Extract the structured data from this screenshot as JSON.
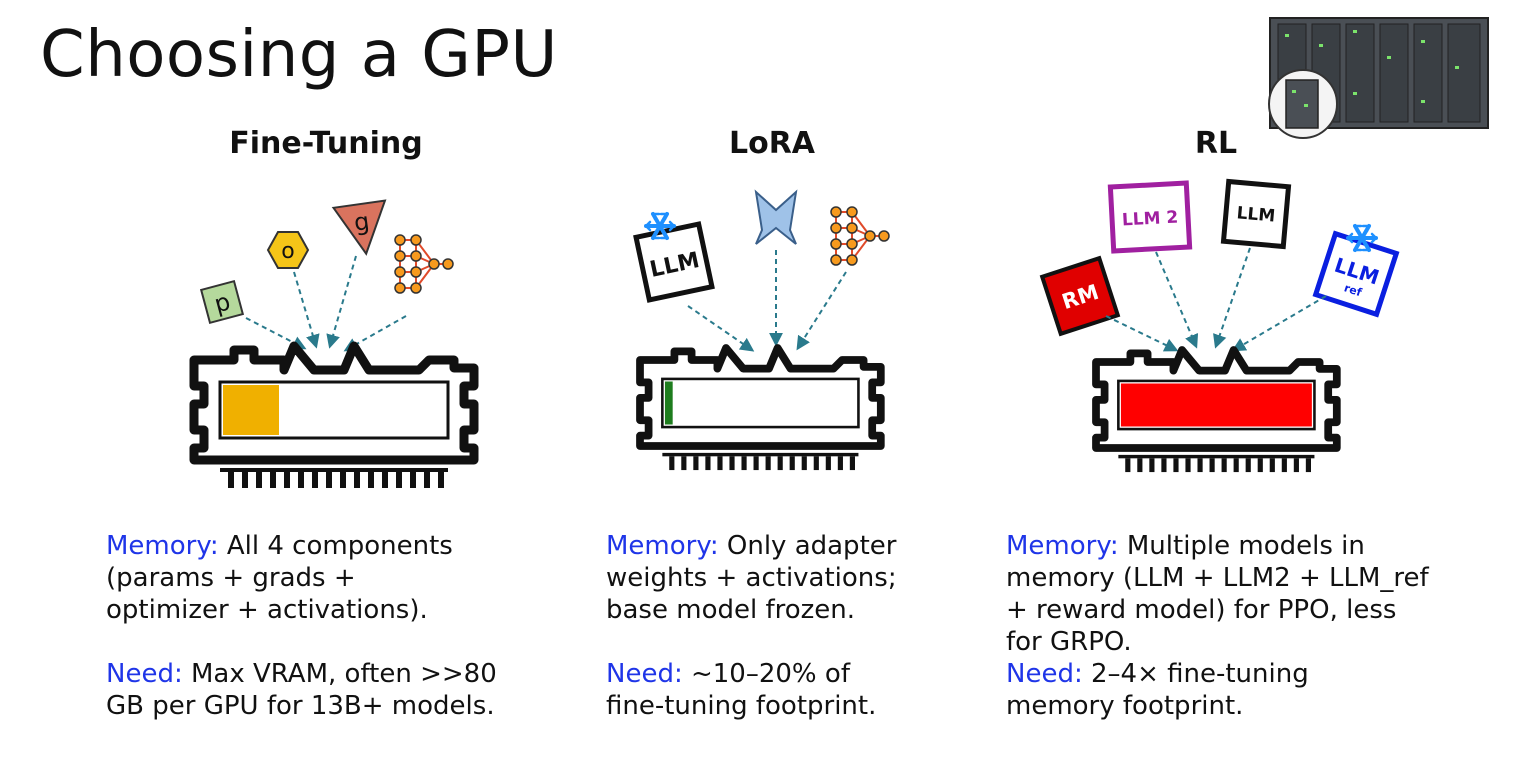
{
  "title": "Choosing a GPU",
  "columns": [
    {
      "heading": "Fine-Tuning",
      "components": [
        "p",
        "o",
        "g"
      ],
      "memory_label": "Memory:",
      "memory_lines": [
        " All 4 components",
        "(params + grads +",
        "optimizer + activations)."
      ],
      "need_label": "Need:",
      "need_lines": [
        " Max VRAM, often >>80",
        "GB per GPU for 13B+ models."
      ],
      "usage_level": 0.25,
      "usage_color": "#f0b000"
    },
    {
      "heading": "LoRA",
      "components": [
        "LLM"
      ],
      "memory_label": "Memory:",
      "memory_lines": [
        " Only adapter",
        "weights + activations;",
        "base model frozen."
      ],
      "need_label": "Need:",
      "need_lines": [
        " ~10–20% of",
        "fine-tuning footprint."
      ],
      "usage_level": 0.04,
      "usage_color": "#1e7d1e"
    },
    {
      "heading": "RL",
      "components": [
        "LLM 2",
        "LLM",
        "RM",
        "LLM",
        "ref"
      ],
      "memory_label": "Memory:",
      "memory_lines": [
        " Multiple models in",
        "memory (LLM + LLM2 + LLM_ref",
        "+ reward model) for PPO, less",
        "for GRPO."
      ],
      "need_label": "Need:",
      "need_lines": [
        " 2–4× fine-tuning",
        "memory footprint."
      ],
      "usage_level": 1.0,
      "usage_color": "#ff0000"
    }
  ],
  "colors": {
    "label_blue": "#1f35e8",
    "arrow": "#2a7a8c",
    "params_green": "#b5d99c",
    "optimizer_yellow": "#f5c518",
    "grads_red": "#d9735e",
    "network_orange": "#f79a1e",
    "adapter_blue": "#9fc2e8",
    "snowflake": "#1e90ff",
    "llm2_purple": "#a020a0",
    "rm_red": "#e00000",
    "ref_blue": "#0a1fe0"
  },
  "icons": [
    "server-rack-icon",
    "snowflake-icon",
    "neural-network-icon",
    "memory-chip-icon"
  ]
}
